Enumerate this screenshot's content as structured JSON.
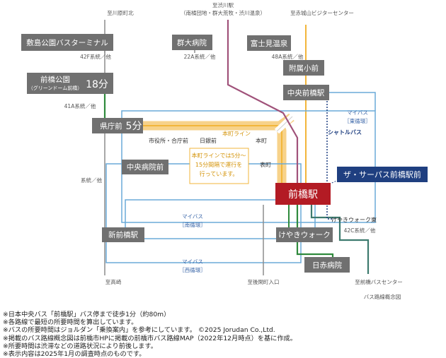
{
  "colors": {
    "gray_box": "#707070",
    "red_box": "#b31b24",
    "navy_box": "#1f3f80",
    "purple_route": "#a0527a",
    "orange_route": "#f2b63b",
    "green_route": "#2f8a3c",
    "teal_route": "#3d7a6e",
    "blue_route": "#6aaad8",
    "gray_route": "#8c8c8c"
  },
  "stops": {
    "shikishima": "敷島公園バスターミナル",
    "maebashi_park_name": "前橋公園",
    "maebashi_park_sub": "（グリーンドーム前橋）",
    "maebashi_park_time": "18分",
    "kencho": "県庁前",
    "kencho_time": "5分",
    "chuo_hospital": "中央病院前",
    "shin_maebashi": "新前橋駅",
    "gunma_hospital": "群大病院",
    "fujimi": "富士見温泉",
    "fuzoku": "附属小前",
    "chuo_maebashi": "中央前橋駅",
    "maebashi": "前橋駅",
    "the_surpass": "ザ・サーパス前橋駅前",
    "keyaki": "けやきウォーク",
    "nisseki": "日赤病院"
  },
  "labels": {
    "shibukawa_kita": "至川原町北",
    "shibukawa_a": "至渋川駅",
    "shibukawa_b": "（南橘団地・群大荒牧・渋川温泉）",
    "akagi": "至赤城山ビジターセンター",
    "r42f": "42F系統／他",
    "r22a": "22A系統／他",
    "r48a": "48A系統／他",
    "r41a": "41A系統／他",
    "r_other": "系統／他",
    "r42c": "42C系統／他",
    "shiyakusho": "市役所・合庁前",
    "hongincho": "日銀前",
    "honmachi": "本町",
    "omotecho": "表町",
    "honmachi_line": "本町ライン",
    "note1": "本町ラインでは5分～",
    "note2": "15分間隔で運行を",
    "note3": "行っています。",
    "mybus": "マイバス",
    "east_loop": "［東循環］",
    "south_loop": "［南循環］",
    "west_loop": "［西循環］",
    "shuttle": "シャトルバス",
    "keyaki_east": "けやきウォーク東",
    "shiyakusho_iriguchi": "至後閑町入口",
    "shintozaki": "至高崎",
    "sobashi_center": "至前橋バスセンター",
    "diagram_caption": "バス路線概念図"
  },
  "footnotes": [
    "※日本中央バス「前橋駅」バス停まで徒歩1分（約80m）",
    "※各路線で最短の所要時間を算出しています。",
    "※バスの所要時間はジョルダン「乗換案内」を参考にしています。 ©2025 Jorudan Co.,Ltd.",
    "※掲載のバス路線概念図は前橋市HPに掲載の前橋市バス路線MAP（2022年12月時点）を基に作成。",
    "※所要時間は渋滞などの道路状況により前後します。",
    "※表示内容は2025年1月の調査時点のものです。"
  ]
}
